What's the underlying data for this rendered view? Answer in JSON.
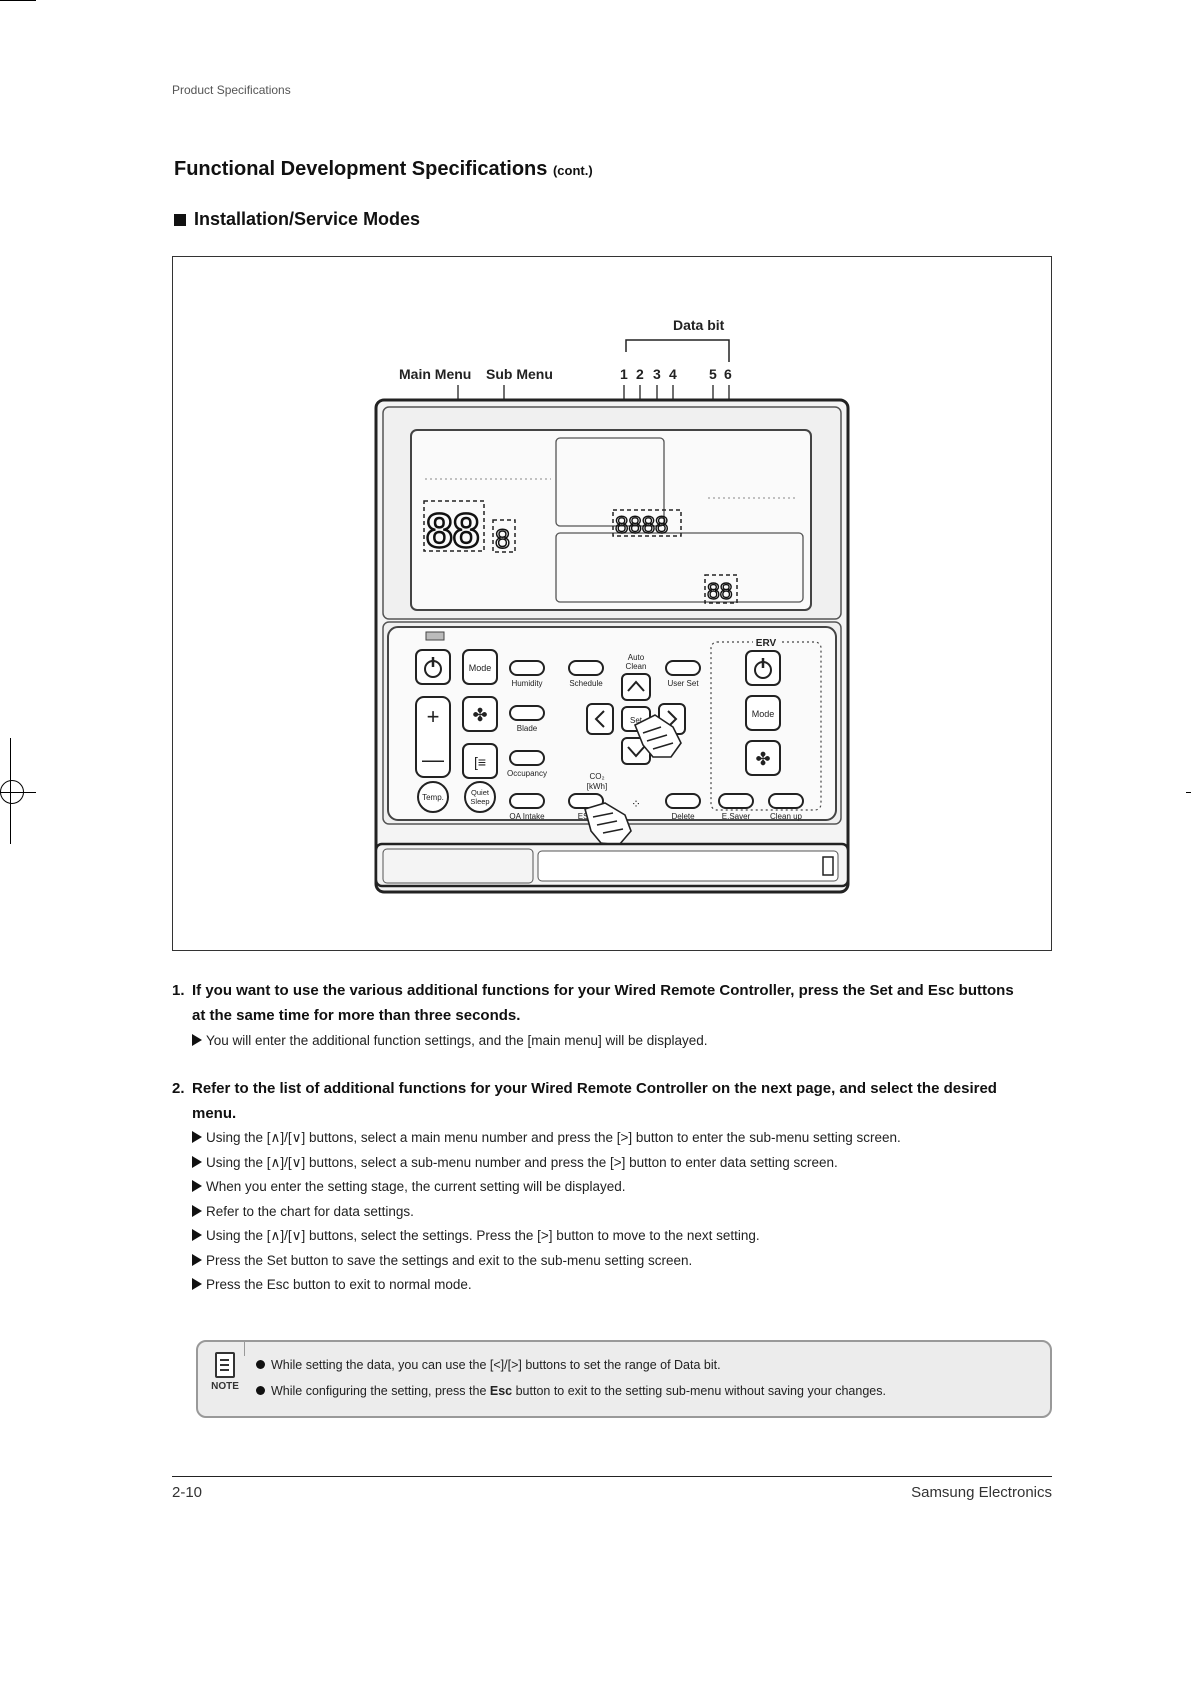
{
  "running_header": "Product Specifications",
  "title": "Functional Development Specifications",
  "title_suffix": "(cont.)",
  "section": "Installation/Service Modes",
  "figure": {
    "labels": {
      "data_bit": "Data bit",
      "main_menu": "Main Menu",
      "sub_menu": "Sub Menu",
      "bit_numbers": [
        "1",
        "2",
        "3",
        "4",
        "5",
        "6"
      ]
    },
    "buttons": {
      "mode": "Mode",
      "humidity": "Humidity",
      "schedule": "Schedule",
      "auto_clean": [
        "Auto",
        "Clean"
      ],
      "user_set": "User Set",
      "blade": "Blade",
      "set": "Set",
      "occupancy": "Occupancy",
      "co2": "CO₂",
      "kwh": "[kWh]",
      "temp": "Temp.",
      "quiet_sleep": [
        "Quiet",
        "Sleep"
      ],
      "oa_intake": "OA Intake",
      "esc": "ESC",
      "delete": "Delete",
      "esaver": "E.Saver",
      "clean_up": "Clean up",
      "erv": "ERV",
      "erv_mode": "Mode"
    }
  },
  "steps": [
    {
      "number": "1.",
      "text_before_set": "If you want to use the various additional functions for your Wired Remote Controller, press the ",
      "set": "Set",
      "and": " and ",
      "esc": "Esc",
      "text_after": " buttons",
      "line2": "at the same time for more than three seconds.",
      "bullets": [
        "You will enter the additional function settings, and the [main menu] will be displayed."
      ]
    },
    {
      "number": "2.",
      "line1": "Refer to the list of additional functions for your Wired Remote Controller on the next page, and select the desired",
      "line2": "menu.",
      "bullets": [
        "Using the [∧]/[∨] buttons, select a main menu number and press the [>] button to enter the sub-menu setting screen.",
        "Using the [∧]/[∨] buttons, select a sub-menu number and press the [>] button to enter data setting screen.",
        "When you enter the setting stage, the current setting will be displayed.",
        "Refer to the chart for data settings.",
        "Using the [∧]/[∨] buttons, select the settings. Press the [>] button to move to the next setting.",
        "Press the Set button to save the settings and exit to the sub-menu setting screen.",
        "Press the Esc button to exit to normal mode."
      ]
    }
  ],
  "note": {
    "label": "NOTE",
    "line1": "While setting the data, you can use the [<]/[>] buttons to set the range of Data bit.",
    "line2_before": "While configuring the setting, press the ",
    "line2_bold": "Esc",
    "line2_after": " button to exit to the setting sub-menu without saving your changes."
  },
  "footer": {
    "page_number": "2-10",
    "company": "Samsung Electronics"
  }
}
